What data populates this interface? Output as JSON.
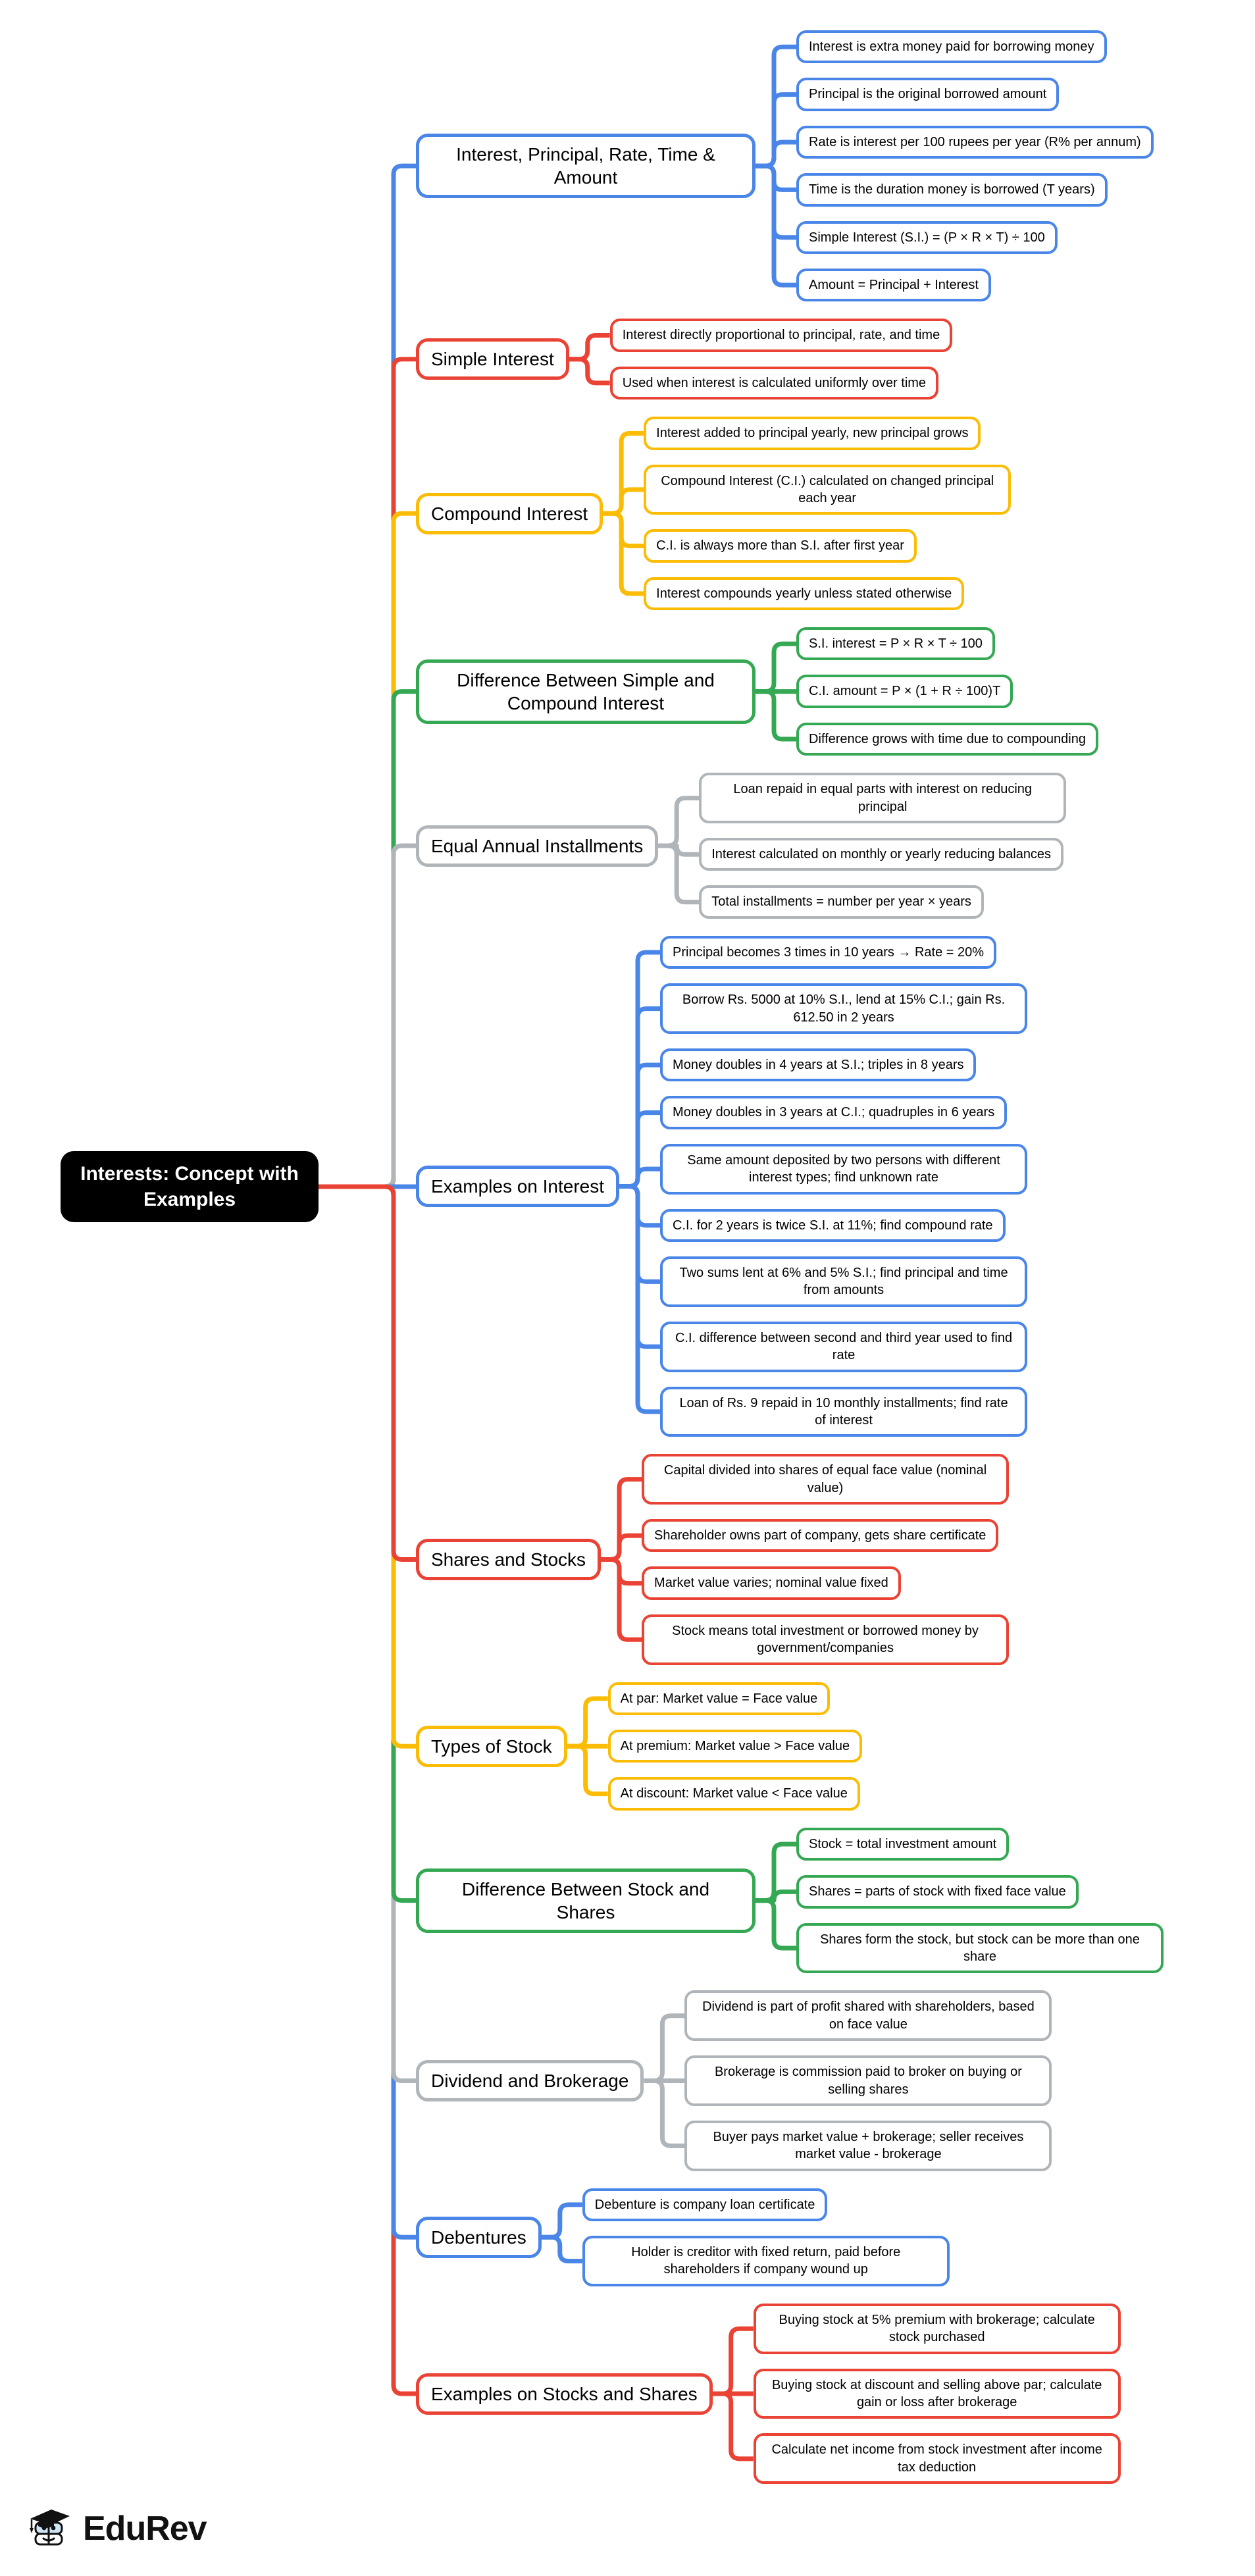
{
  "central": {
    "label": "Interests: Concept with Examples",
    "bg_color": "#000000",
    "text_color": "#ffffff"
  },
  "palette": {
    "blue": "#4a86e8",
    "red": "#ea4335",
    "yellow": "#fbbc05",
    "green": "#34a853",
    "gray": "#b0b5b9"
  },
  "mindmap": {
    "branches": [
      {
        "label": "Interest, Principal, Rate, Time & Amount",
        "color": "#4a86e8",
        "leaves": [
          "Interest is extra money paid for borrowing money",
          "Principal is the original borrowed amount",
          "Rate is interest per 100 rupees per year (R% per annum)",
          "Time is the duration money is borrowed (T years)",
          "Simple Interest (S.I.) = (P × R × T) ÷ 100",
          "Amount = Principal + Interest"
        ]
      },
      {
        "label": "Simple Interest",
        "color": "#ea4335",
        "leaves": [
          "Interest directly proportional to principal, rate, and time",
          "Used when interest is calculated uniformly over time"
        ]
      },
      {
        "label": "Compound Interest",
        "color": "#fbbc05",
        "leaves": [
          "Interest added to principal yearly, new principal grows",
          "Compound Interest (C.I.) calculated on changed principal each year",
          "C.I. is always more than S.I. after first year",
          "Interest compounds yearly unless stated otherwise"
        ]
      },
      {
        "label": "Difference Between Simple and Compound Interest",
        "color": "#34a853",
        "leaves": [
          "S.I. interest = P × R × T ÷ 100",
          "C.I. amount = P × (1 + R ÷ 100)T",
          "Difference grows with time due to compounding"
        ]
      },
      {
        "label": "Equal Annual Installments",
        "color": "#b0b5b9",
        "leaves": [
          "Loan repaid in equal parts with interest on reducing principal",
          "Interest calculated on monthly or yearly reducing balances",
          "Total installments = number per year × years"
        ]
      },
      {
        "label": "Examples on Interest",
        "color": "#4a86e8",
        "leaves": [
          "Principal becomes 3 times in 10 years → Rate = 20%",
          "Borrow Rs. 5000 at 10% S.I., lend at 15% C.I.; gain Rs. 612.50 in 2 years",
          "Money doubles in 4 years at S.I.; triples in 8 years",
          "Money doubles in 3 years at C.I.; quadruples in 6 years",
          "Same amount deposited by two persons with different interest types; find unknown rate",
          "C.I. for 2 years is twice S.I. at 11%; find compound rate",
          "Two sums lent at 6% and 5% S.I.; find principal and time from amounts",
          "C.I. difference between second and third year used to find rate",
          "Loan of Rs. 9 repaid in 10 monthly installments; find rate of interest"
        ]
      },
      {
        "label": "Shares and Stocks",
        "color": "#ea4335",
        "leaves": [
          "Capital divided into shares of equal face value (nominal value)",
          "Shareholder owns part of company, gets share certificate",
          "Market value varies; nominal value fixed",
          "Stock means total investment or borrowed money by government/companies"
        ]
      },
      {
        "label": "Types of Stock",
        "color": "#fbbc05",
        "leaves": [
          "At par: Market value = Face value",
          "At premium: Market value > Face value",
          "At discount: Market value < Face value"
        ]
      },
      {
        "label": "Difference Between Stock and Shares",
        "color": "#34a853",
        "leaves": [
          "Stock = total investment amount",
          "Shares = parts of stock with fixed face value",
          "Shares form the stock, but stock can be more than one share"
        ]
      },
      {
        "label": "Dividend and Brokerage",
        "color": "#b0b5b9",
        "leaves": [
          "Dividend is part of profit shared with shareholders, based on face value",
          "Brokerage is commission paid to broker on buying or selling shares",
          "Buyer pays market value + brokerage; seller receives market value - brokerage"
        ]
      },
      {
        "label": "Debentures",
        "color": "#4a86e8",
        "leaves": [
          "Debenture is company loan certificate",
          "Holder is creditor with fixed return, paid before shareholders if company wound up"
        ]
      },
      {
        "label": "Examples on Stocks and Shares",
        "color": "#ea4335",
        "leaves": [
          "Buying stock at 5% premium with brokerage; calculate stock purchased",
          "Buying stock at discount and selling above par; calculate gain or loss after brokerage",
          "Calculate net income from stock investment after income tax deduction"
        ]
      }
    ]
  },
  "logo": {
    "text": "EduRev",
    "icon": "edurev-graduate-icon"
  }
}
